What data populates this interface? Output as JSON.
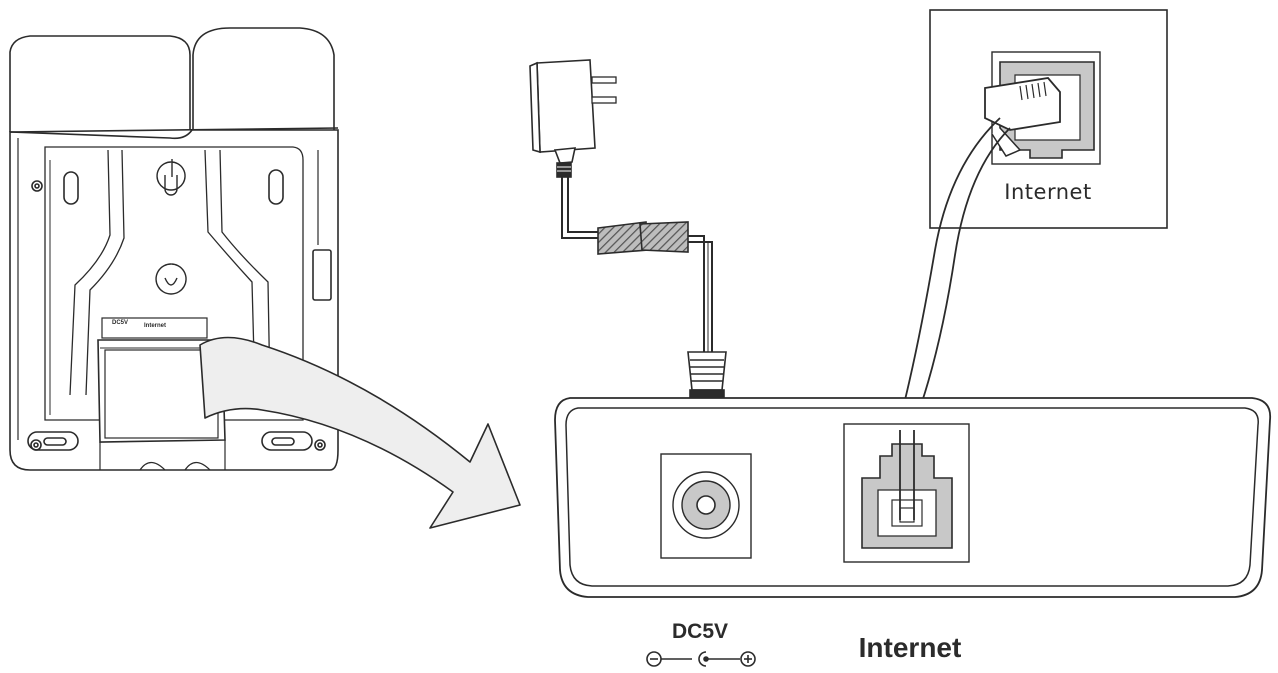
{
  "labels": {
    "inset_port": "Internet",
    "power_port": "DC5V",
    "network_port": "Internet",
    "phone_back_dc": "DC5V",
    "phone_back_net": "Internet"
  },
  "icons": [
    "phone-back-view",
    "curved-arrow",
    "power-adapter",
    "ethernet-jack",
    "dc-power-jack",
    "polarity-symbol"
  ],
  "colors": {
    "line": "#2b2b2b",
    "fill_gray": "#c8c8c8",
    "arrow_fill": "#eeeeee"
  }
}
